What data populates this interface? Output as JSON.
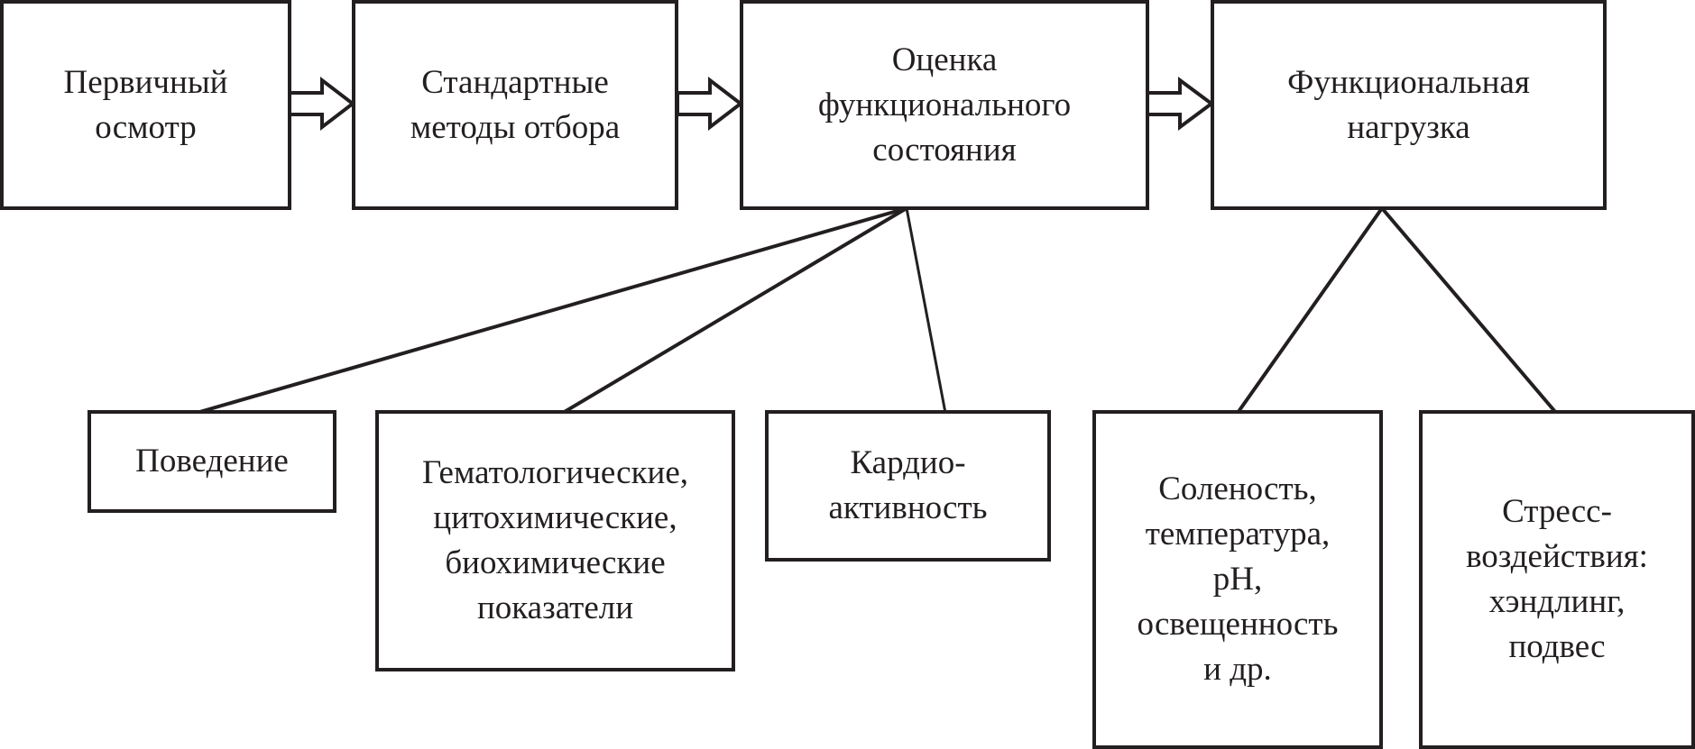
{
  "diagram": {
    "top_row": [
      {
        "id": "primary-exam",
        "lines": [
          "Первичный",
          "осмотр"
        ]
      },
      {
        "id": "standard-selection",
        "lines": [
          "Стандартные",
          "методы отбора"
        ]
      },
      {
        "id": "functional-state",
        "lines": [
          "Оценка",
          "функционального",
          "состояния"
        ]
      },
      {
        "id": "functional-load",
        "lines": [
          "Функциональная",
          "нагрузка"
        ]
      }
    ],
    "state_children": [
      {
        "id": "behavior",
        "lines": [
          "Поведение"
        ]
      },
      {
        "id": "blood-indicators",
        "lines": [
          "Гематологические,",
          "цитохимические,",
          "биохимические",
          "показатели"
        ]
      },
      {
        "id": "cardio",
        "lines": [
          "Кардио-",
          "активность"
        ]
      }
    ],
    "load_children": [
      {
        "id": "environment",
        "lines": [
          "Соленость,",
          "температура,",
          "pH,",
          "освещенность",
          "и др."
        ]
      },
      {
        "id": "stress",
        "lines": [
          "Стресс-",
          "воздействия:",
          "хэндлинг,",
          "подвес"
        ]
      }
    ],
    "arrows": [
      {
        "from": "primary-exam",
        "to": "standard-selection"
      },
      {
        "from": "standard-selection",
        "to": "functional-state"
      },
      {
        "from": "functional-state",
        "to": "functional-load"
      }
    ],
    "links": [
      {
        "from": "functional-state",
        "to": "behavior"
      },
      {
        "from": "functional-state",
        "to": "blood-indicators"
      },
      {
        "from": "functional-state",
        "to": "cardio"
      },
      {
        "from": "functional-load",
        "to": "environment"
      },
      {
        "from": "functional-load",
        "to": "stress"
      }
    ],
    "colors": {
      "stroke": "#231f20",
      "background": "#ffffff"
    }
  }
}
